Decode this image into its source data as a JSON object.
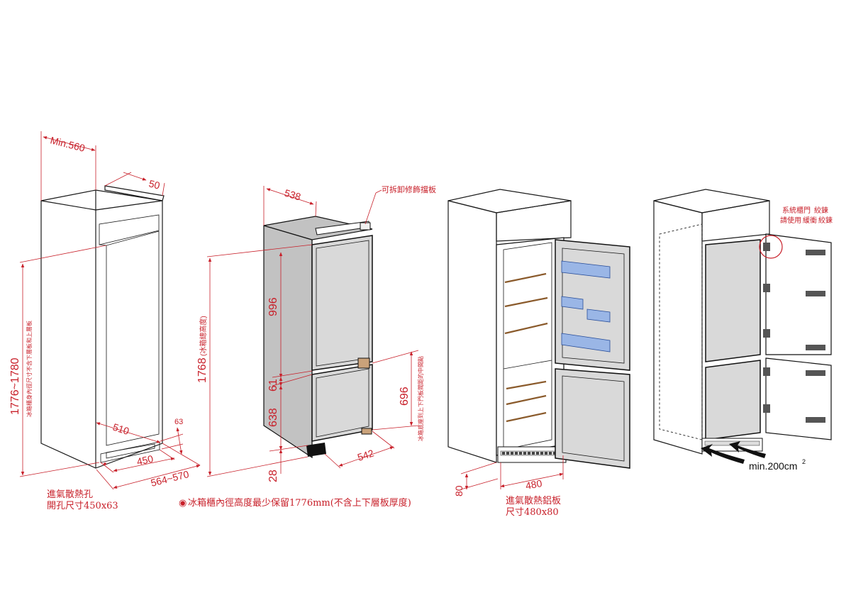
{
  "colors": {
    "dimension": "#c8202a",
    "outline": "#1a1a1a",
    "door_panel": "#d9d9d9",
    "door_bin": "#9ab6e6"
  },
  "fig1": {
    "min_width": "Min.560",
    "top_depth": "50",
    "height_range": "1776~1780",
    "height_note": "冰箱櫃身內徑尺寸不含下層板和上層板",
    "inner_depth": "510",
    "vent_height": "63",
    "vent_width": "450",
    "depth_range": "564~570",
    "vent_label": "進氣散熱孔",
    "vent_size": "開孔尺寸450x63"
  },
  "fig2": {
    "depth": "538",
    "trim_label": "可拆卸修飾擋板",
    "upper_door": "996",
    "total_height": "1768",
    "total_height_note": "(冰箱總高度)",
    "gap": "61",
    "lower_door": "638",
    "hinge_distance": "696",
    "hinge_note": "冰箱底座到上下門板閥距的中間點",
    "foot_height": "28",
    "width": "542",
    "bullet": "◉",
    "cabinet_note": "冰箱櫃內徑高度最少保留1776mm(不含上下層板厚度)"
  },
  "fig3": {
    "plinth_height": "80",
    "plinth_width": "480",
    "plinth_label": "進氣散熱鋁板",
    "plinth_size": "尺寸480x80"
  },
  "fig4": {
    "hinge_line1_a": "系統櫃門",
    "hinge_line1_b": "絞鍊",
    "hinge_line2_a": "請使用",
    "hinge_line2_b": "緩衝",
    "hinge_line2_c": "絞鍊",
    "airflow": "min.200cm",
    "airflow_sup": "2"
  }
}
